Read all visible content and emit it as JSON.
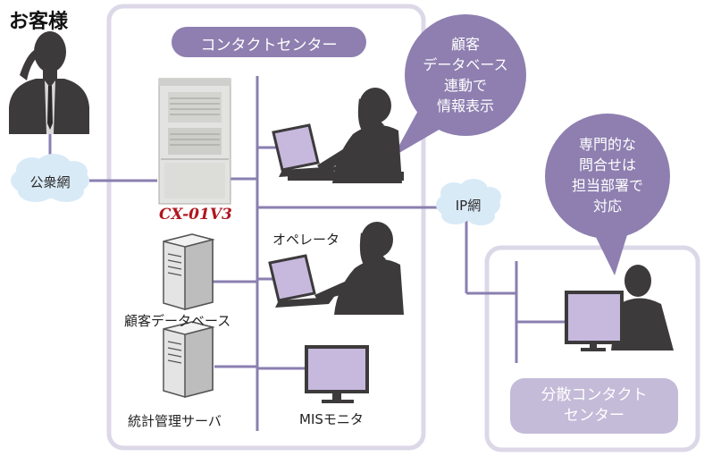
{
  "customer": {
    "title": "お客様"
  },
  "contact_center": {
    "label": "コンタクトセンター"
  },
  "public_network": {
    "label": "公衆網"
  },
  "ip_network": {
    "label": "IP網"
  },
  "pbx": {
    "model": "CX-01V3"
  },
  "operator": {
    "label": "オペレータ"
  },
  "customer_db": {
    "label": "顧客データベース"
  },
  "stats_server": {
    "label": "統計管理サーバ"
  },
  "mis_monitor": {
    "label": "MISモニタ"
  },
  "bubble_left": {
    "lines": [
      "顧客",
      "データベース",
      "連動で",
      "情報表示"
    ]
  },
  "bubble_right": {
    "lines": [
      "専門的な",
      "問合せは",
      "担当部署で",
      "対応"
    ]
  },
  "distributed_center": {
    "lines": [
      "分散コンタクト",
      "センター"
    ]
  },
  "colors": {
    "accent_purple": "#8e7fb0",
    "line_purple": "#8a7fb0",
    "panel_border": "#dcd8e8",
    "screen_lavender": "#c7b9dd",
    "silhouette": "#3d3a3c",
    "cloud_blue": "#d9eaf7",
    "pbx_red": "#b0161e"
  }
}
